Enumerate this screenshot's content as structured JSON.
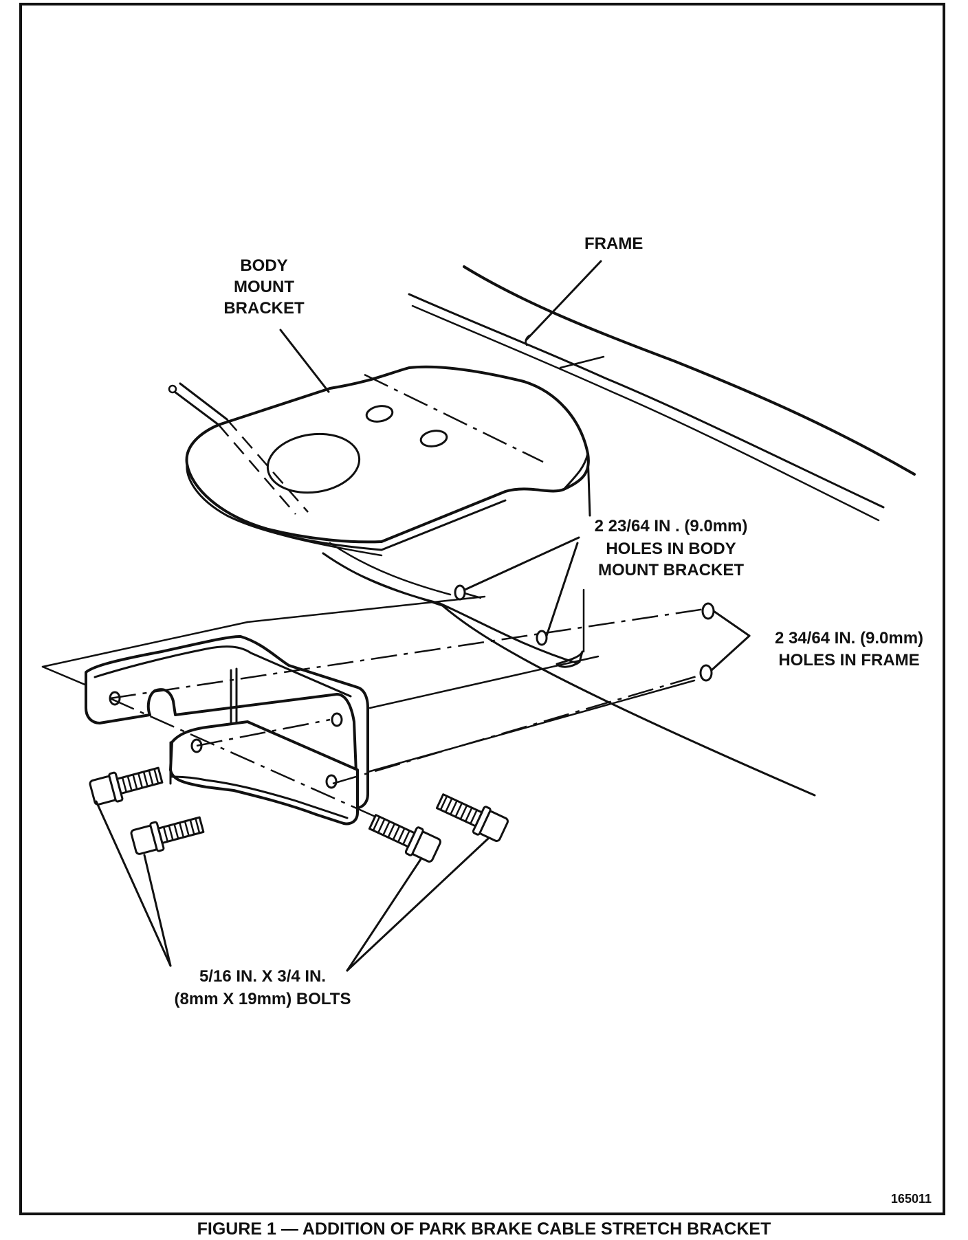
{
  "labels": {
    "frame": "FRAME",
    "body_mount_bracket": [
      "BODY",
      "MOUNT",
      "BRACKET"
    ],
    "holes_body_mount": [
      "2 23/64 IN . (9.0mm)",
      "HOLES IN BODY",
      "MOUNT BRACKET"
    ],
    "holes_frame": [
      "2 34/64 IN.  (9.0mm)",
      "HOLES IN FRAME"
    ],
    "bolts": [
      "5/16 IN. X 3/4 IN.",
      "(8mm X 19mm) BOLTS"
    ]
  },
  "figure_number": "165011",
  "caption": "FIGURE 1 — ADDITION OF PARK BRAKE CABLE STRETCH BRACKET"
}
